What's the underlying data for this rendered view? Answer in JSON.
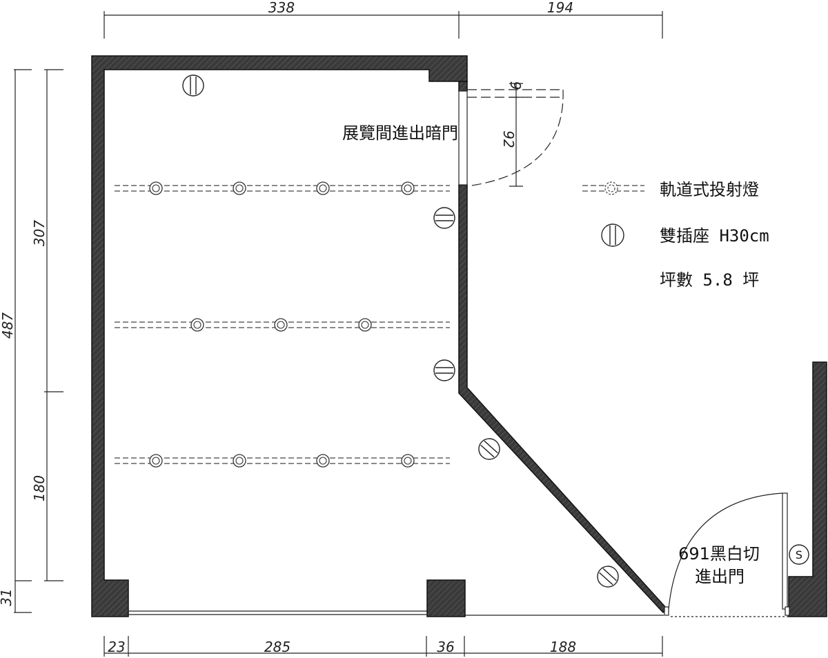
{
  "dimensions": {
    "top": [
      "338",
      "194"
    ],
    "bottom": [
      "23",
      "285",
      "36",
      "188"
    ],
    "left_outer": [
      "487"
    ],
    "left_inner": [
      "307",
      "180",
      "31"
    ],
    "door_small": [
      "9",
      "92"
    ]
  },
  "labels": {
    "hidden_door": "展覽間進出暗門",
    "entry_door_line1": "691黑白切",
    "entry_door_line2": "進出門",
    "switch_symbol": "S"
  },
  "legend": {
    "track_light": "軌道式投射燈",
    "outlet": "雙插座 H30cm",
    "area": "坪數 5.8 坪"
  },
  "colors": {
    "wall_fill": "#3a3a3a",
    "line": "#1a1a1a"
  },
  "icons": [
    "track-light-icon",
    "double-outlet-icon",
    "switch-icon"
  ]
}
